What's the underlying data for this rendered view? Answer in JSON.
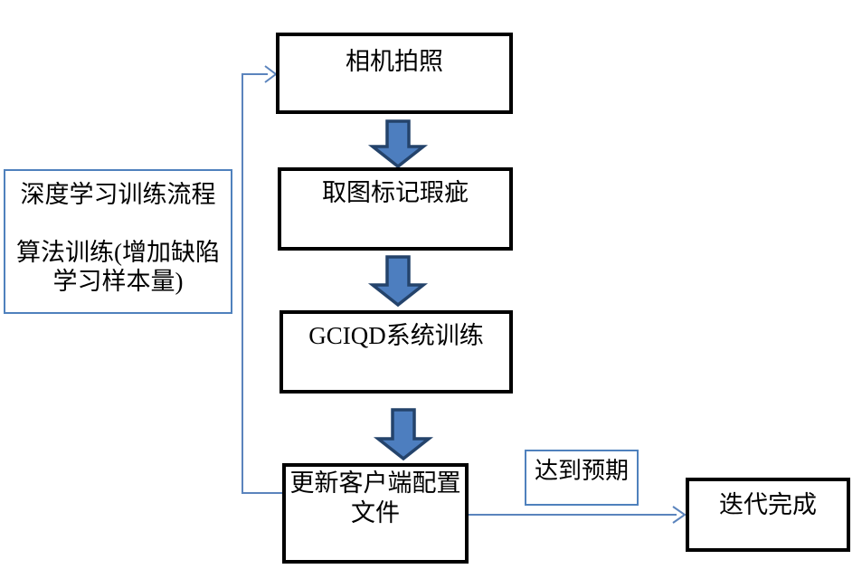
{
  "diagram": {
    "note_box": {
      "lines": [
        "深度学习训练流程",
        "算法训练(增加缺陷",
        "学习样本量)"
      ]
    },
    "steps": {
      "step1": "相机拍照",
      "step2": "取图标记瑕疵",
      "step3": "GCIQD系统训练",
      "step4": "更新客户端配置文件"
    },
    "condition_label": "达到预期",
    "result": "迭代完成"
  },
  "colors": {
    "flow_box_border": "#000000",
    "note_box_border": "#4f81bd",
    "connector_line_blue": "#5b84bd",
    "block_arrow_fill": "#4d7ebf",
    "block_arrow_border": "#24436b",
    "text": "#000000",
    "background": "#ffffff"
  }
}
